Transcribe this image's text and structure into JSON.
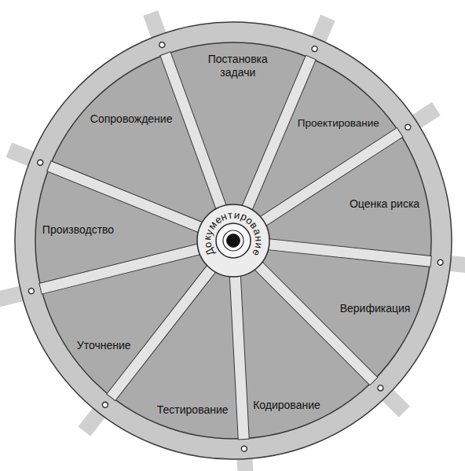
{
  "diagram": {
    "nodes": [
      {
        "text": [
          "Постановка задачи"
        ]
      },
      {
        "text": [
          "Проектирование"
        ]
      },
      {
        "text": [
          "Оценка риска"
        ]
      },
      {
        "text": [
          "Верификация"
        ]
      },
      {
        "text": [
          "Кодирование"
        ]
      },
      {
        "text": [
          "Тестирование"
        ]
      },
      {
        "text": [
          "Уточнение"
        ]
      },
      {
        "text": [
          "Производство"
        ]
      },
      {
        "text": [
          "Сопровождение"
        ]
      },
      {
        "text": [
          "Документирование"
        ]
      }
    ]
  }
}
